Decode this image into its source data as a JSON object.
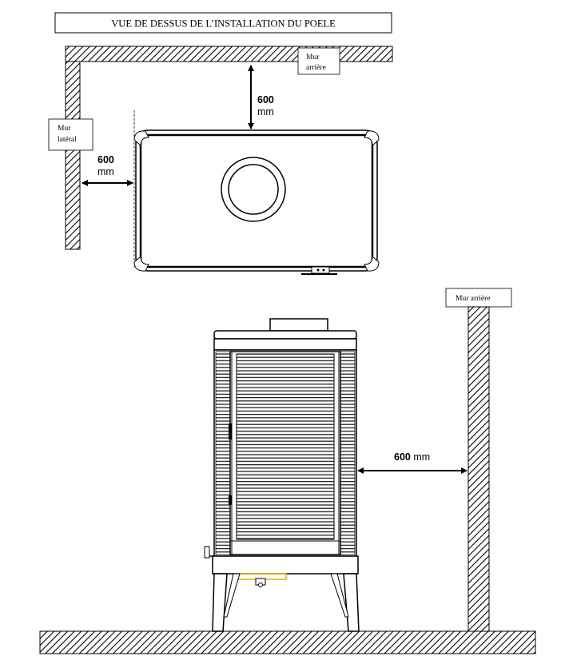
{
  "title": "VUE DE DESSUS DE L’INSTALLATION DU POELE",
  "top_view": {
    "rear_wall_label_line1": "Mur",
    "rear_wall_label_line2": "arrière",
    "side_wall_label_line1": "Mur",
    "side_wall_label_line2": "latéral",
    "rear_clearance_value": "600",
    "rear_clearance_unit": "mm",
    "side_clearance_value": "600",
    "side_clearance_unit": "mm"
  },
  "side_view": {
    "rear_wall_label": "Mur arrière",
    "clearance_value": "600",
    "clearance_unit": " mm"
  },
  "colors": {
    "line": "#000000",
    "background": "#ffffff",
    "ash_drawer_accent": "#e8b400"
  }
}
